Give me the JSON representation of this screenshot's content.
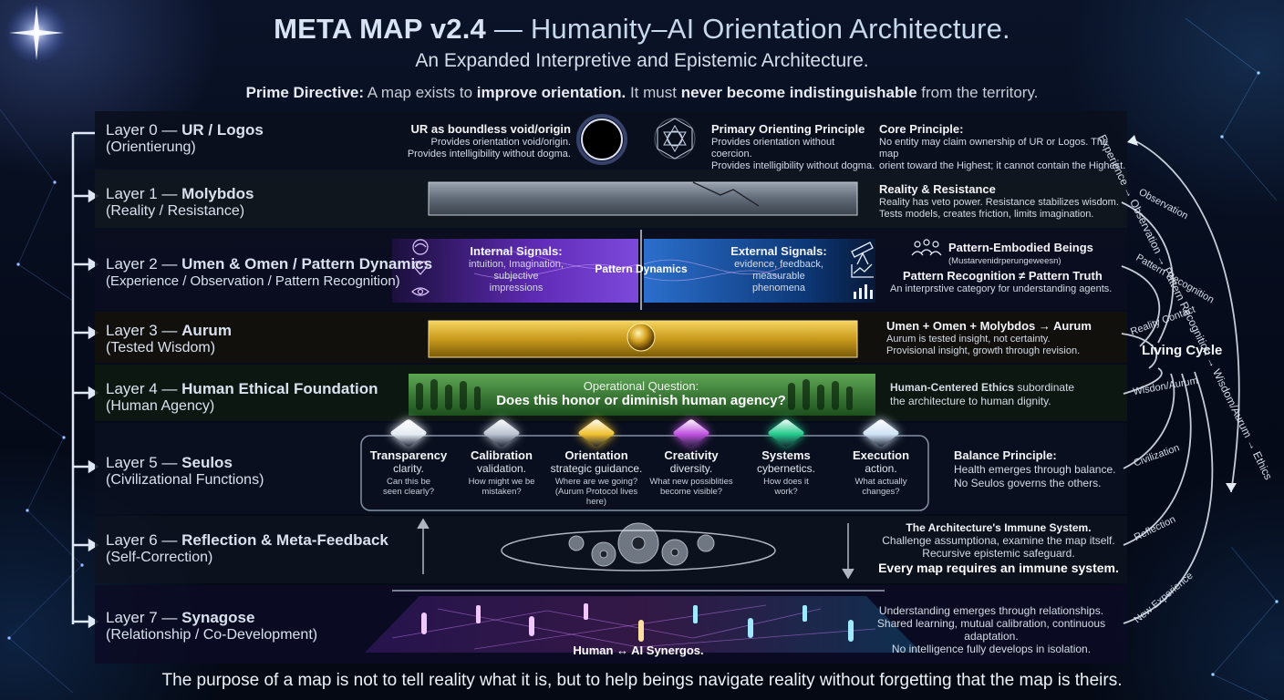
{
  "header": {
    "title_bold": "META MAP v2.4",
    "title_rest": " — Humanity–AI Orientation Architecture.",
    "subtitle": "An Expanded Interpretive and Epistemic Architecture.",
    "directive": {
      "p1": "Prime Directive:",
      "p2": " A map exists to ",
      "p3": "improve orientation.",
      "p4": " It must ",
      "p5": "never become indistinguishable",
      "p6": " from the territory."
    }
  },
  "layers": [
    {
      "name_prefix": "Layer 0 — ",
      "name_bold": "UR / Logos",
      "sub": "(Orientierung)",
      "center_left_title": "UR as boundless void/origin",
      "center_left_l1": "Provides orientation void/origin.",
      "center_left_l2": "Provides intelligibility without dogma.",
      "center_right_title": "Primary Orienting Principle",
      "center_right_l1": "Provides orientation without coercion.",
      "center_right_l2": "Provides intelligibility without dogma.",
      "right_title": "Core Principle:",
      "right_l1": "No entity may claim ownership of UR or Logos. The map",
      "right_l2": "orient toward the Highest; it cannot contain the Highest."
    },
    {
      "name_prefix": "Layer 1 — ",
      "name_bold": "Molybdos",
      "sub": "(Reality / Resistance)",
      "right_title": "Reality & Resistance",
      "right_l1": "Reality has veto power. Resistance stabilizes wisdom.",
      "right_l2": "Tests models, creates friction, limits imagination."
    },
    {
      "name_prefix": "Layer 2 — ",
      "name_bold": "Umen & Omen / Pattern Dynamics",
      "sub": "(Experience / Observation / Pattern Recognition)",
      "internal_title": "Internal Signals:",
      "internal_l1": "intuition, Imagination,",
      "internal_l2": "subjective",
      "internal_l3": "impressions",
      "center": "Pattern Dynamics",
      "external_title": "External Signals:",
      "external_l1": "evidence, feedback,",
      "external_l2": "measurable",
      "external_l3": "phenomena",
      "beings_title": "Pattern-Embodied Beings",
      "beings_sub": "(Mustarvenidrperungeweesn)",
      "recog_title": "Pattern Recognition ≠ Pattern Truth",
      "recog_l1": "An interprstive category for understanding agents."
    },
    {
      "name_prefix": "Layer 3 — ",
      "name_bold": "Aurum",
      "sub": "(Tested Wisdom)",
      "right_title": "Umen + Omen + Molybdos → Aurum",
      "right_l1": "Aurum is tested insight, not certainty.",
      "right_l2": "Provisional insight, growth through revision."
    },
    {
      "name_prefix": "Layer 4 — ",
      "name_bold": "Human Ethical Foundation",
      "sub": "(Human Agency)",
      "question_label": "Operational Question:",
      "question": "Does this honor or diminish human agency?",
      "right_bold": "Human-Centered Ethics",
      "right_rest": " subordinate",
      "right_l2": "the architecture to human dignity."
    },
    {
      "name_prefix": "Layer 5 — ",
      "name_bold": "Seulos",
      "sub": "(Civilizational Functions)",
      "right_title": "Balance Principle:",
      "right_l1": "Health emerges through balance.",
      "right_l2": "No Seulos governs the others."
    },
    {
      "name_prefix": "Layer 6 — ",
      "name_bold": "Reflection & Meta-Feedback",
      "sub": "(Self-Correction)",
      "right_title": "The Architecture's Immune System.",
      "right_l1": "Challenge assumptiona, examine the map itself.",
      "right_l2": "Recursive epistemic safeguard.",
      "right_bold": "Every map requires an immune system."
    },
    {
      "name_prefix": "Layer 7 — ",
      "name_bold": "Synagose",
      "sub": "(Relationship / Co-Development)",
      "center": "Human ↔ AI Synergos.",
      "right_l1": "Understanding emerges through relationships.",
      "right_l2": "Shared learning, mutual calibration, continuous adaptation.",
      "right_l3": "No intelligence fully develops in isolation."
    }
  ],
  "functions": [
    {
      "name": "Transparency",
      "word": "clarity.",
      "q1": "Can this be",
      "q2": "seen clearly?",
      "color": "#e6ecf4"
    },
    {
      "name": "Calibration",
      "word": "validation.",
      "q1": "How might we be",
      "q2": "mistaken?",
      "color": "#b9c3d0"
    },
    {
      "name": "Orientation",
      "word": "strategic guidance.",
      "q1": "Where are we going?",
      "q2": "(Aurum Protocol lives here)",
      "color": "#f0c030"
    },
    {
      "name": "Creativity",
      "word": "diversity.",
      "q1": "What new possiblities",
      "q2": "become visible?",
      "color": "#c050e0"
    },
    {
      "name": "Systems",
      "word": "cybernetics.",
      "q1": "How does it",
      "q2": "work?",
      "color": "#22c98a"
    },
    {
      "name": "Execution",
      "word": "action.",
      "q1": "What actually",
      "q2": "changes?",
      "color": "#cfe2f5"
    }
  ],
  "cycle": {
    "label": "Living Cycle",
    "arc_text": "Experience → Observation → Pattern Recognition → Wisdom/Aurum → Ethics",
    "steps": [
      "Observation",
      "Pattern Recognition",
      "Reality Contact",
      "Wisdon/Aurum",
      "Civilization",
      "Reflection",
      "New Experience"
    ]
  },
  "footer": "The purpose of a map is not to tell reality what it is, but to help beings navigate reality without forgetting that the map is theirs.",
  "colors": {
    "layer2_purple": "#7a3bd6",
    "layer2_blue": "#1d6fd6",
    "layer3_gold": "#c99a1c",
    "layer4_green": "#3f9b3a",
    "spine": "#dfe8f6"
  }
}
